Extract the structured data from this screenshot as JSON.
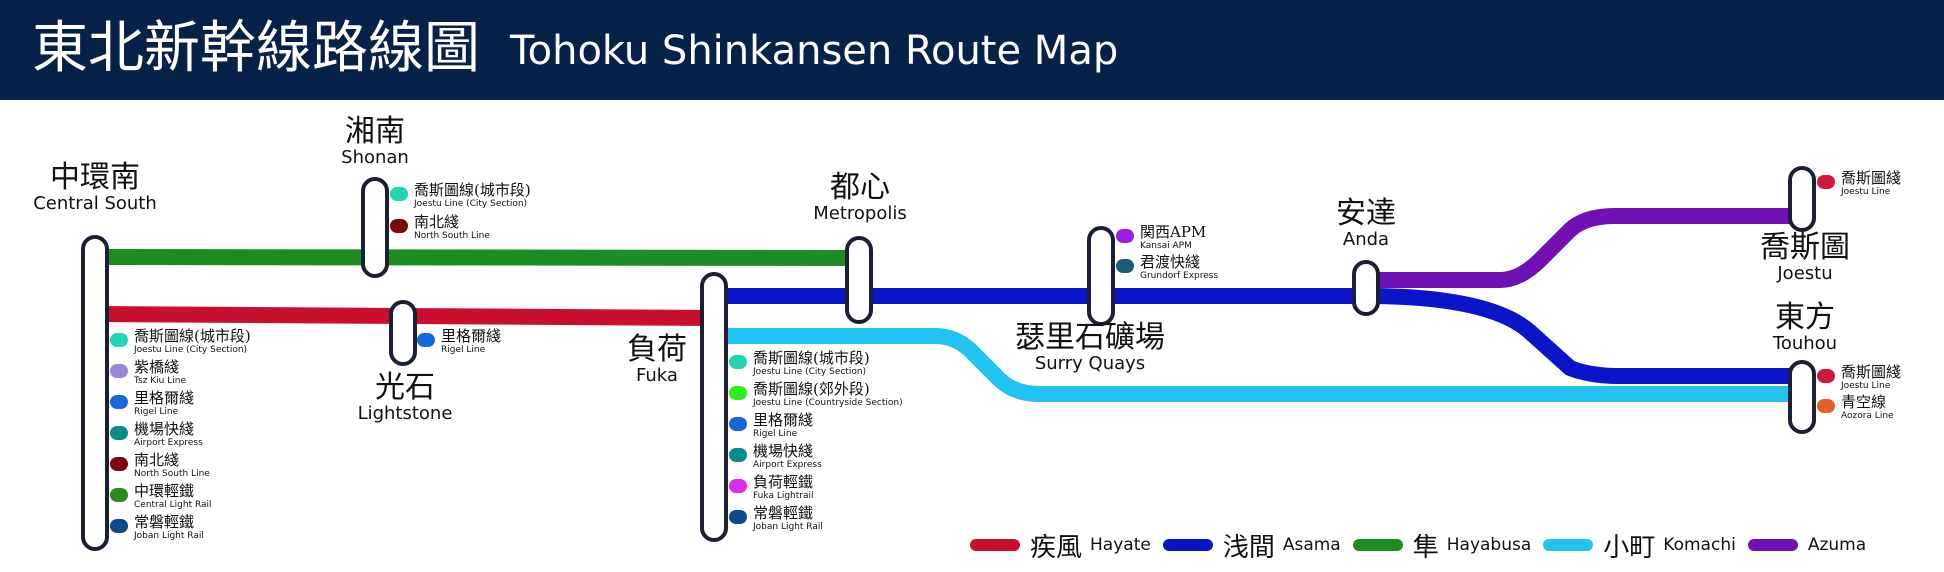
{
  "header": {
    "title_cjk": "東北新幹線路線圖",
    "title_en": "Tohoku Shinkansen Route Map",
    "background": "#062248"
  },
  "lines": [
    {
      "id": "hayate",
      "cjk": "疾風",
      "en": "Hayate",
      "color": "#c8102e"
    },
    {
      "id": "asama",
      "cjk": "浅間",
      "en": "Asama",
      "color": "#0a14c8"
    },
    {
      "id": "hayabusa",
      "cjk": "隼",
      "en": "Hayabusa",
      "color": "#1c8c23"
    },
    {
      "id": "komachi",
      "cjk": "小町",
      "en": "Komachi",
      "color": "#22c3f0"
    },
    {
      "id": "azuma",
      "cjk": "",
      "en": "Azuma",
      "color": "#7110b5"
    }
  ],
  "stations": {
    "central_south": {
      "cjk": "中環南",
      "en": "Central South"
    },
    "shonan": {
      "cjk": "湘南",
      "en": "Shonan"
    },
    "lightstone": {
      "cjk": "光石",
      "en": "Lightstone"
    },
    "fuka": {
      "cjk": "負荷",
      "en": "Fuka"
    },
    "metropolis": {
      "cjk": "都心",
      "en": "Metropolis"
    },
    "surry_quays": {
      "cjk": "瑟里石礦場",
      "en": "Surry Quays"
    },
    "anda": {
      "cjk": "安達",
      "en": "Anda"
    },
    "joestu": {
      "cjk": "喬斯圖",
      "en": "Joestu"
    },
    "touhou": {
      "cjk": "東方",
      "en": "Touhou"
    }
  },
  "transfers": {
    "central_south": [
      {
        "cjk": "喬斯圖線(城市段)",
        "en": "Joestu Line (City Section)",
        "color": "#1fd6b0"
      },
      {
        "cjk": "紫橋綫",
        "en": "Tsz Kiu Line",
        "color": "#9b88d4"
      },
      {
        "cjk": "里格爾綫",
        "en": "Rigel Line",
        "color": "#1668d8"
      },
      {
        "cjk": "機場快綫",
        "en": "Airport Express",
        "color": "#0b8c8c"
      },
      {
        "cjk": "南北綫",
        "en": "North South Line",
        "color": "#7a0a0a"
      },
      {
        "cjk": "中環輕鐵",
        "en": "Central Light Rail",
        "color": "#2d8a1e"
      },
      {
        "cjk": "常磐輕鐵",
        "en": "Joban Light Rail",
        "color": "#0c4a8c"
      }
    ],
    "shonan": [
      {
        "cjk": "喬斯圖線(城市段)",
        "en": "Joestu Line (City Section)",
        "color": "#1fd6b0"
      },
      {
        "cjk": "南北綫",
        "en": "North South Line",
        "color": "#7a0a0a"
      }
    ],
    "lightstone": [
      {
        "cjk": "里格爾綫",
        "en": "Rigel Line",
        "color": "#1668d8"
      }
    ],
    "fuka": [
      {
        "cjk": "喬斯圖線(城市段)",
        "en": "Joestu Line (City Section)",
        "color": "#1fd6b0"
      },
      {
        "cjk": "喬斯圖線(郊外段)",
        "en": "Joestu Line (Countryside Section)",
        "color": "#2cf01a"
      },
      {
        "cjk": "里格爾綫",
        "en": "Rigel Line",
        "color": "#1668d8"
      },
      {
        "cjk": "機場快綫",
        "en": "Airport Express",
        "color": "#0b8c8c"
      },
      {
        "cjk": "負荷輕鐵",
        "en": "Fuka Lightrail",
        "color": "#d82ee8"
      },
      {
        "cjk": "常磐輕鐵",
        "en": "Joban Light Rail",
        "color": "#0c4a8c"
      }
    ],
    "surry_quays": [
      {
        "cjk": "関西APM",
        "en": "Kansai APM",
        "color": "#9a1ee0"
      },
      {
        "cjk": "君渡快綫",
        "en": "Grundorf Express",
        "color": "#1b5a78"
      }
    ],
    "joestu": [
      {
        "cjk": "喬斯圖綫",
        "en": "Joestu Line",
        "color": "#d11a3a"
      }
    ],
    "touhou": [
      {
        "cjk": "喬斯圖綫",
        "en": "Joestu Line",
        "color": "#d11a3a"
      },
      {
        "cjk": "青空線",
        "en": "Aozora Line",
        "color": "#e0622a"
      }
    ]
  }
}
